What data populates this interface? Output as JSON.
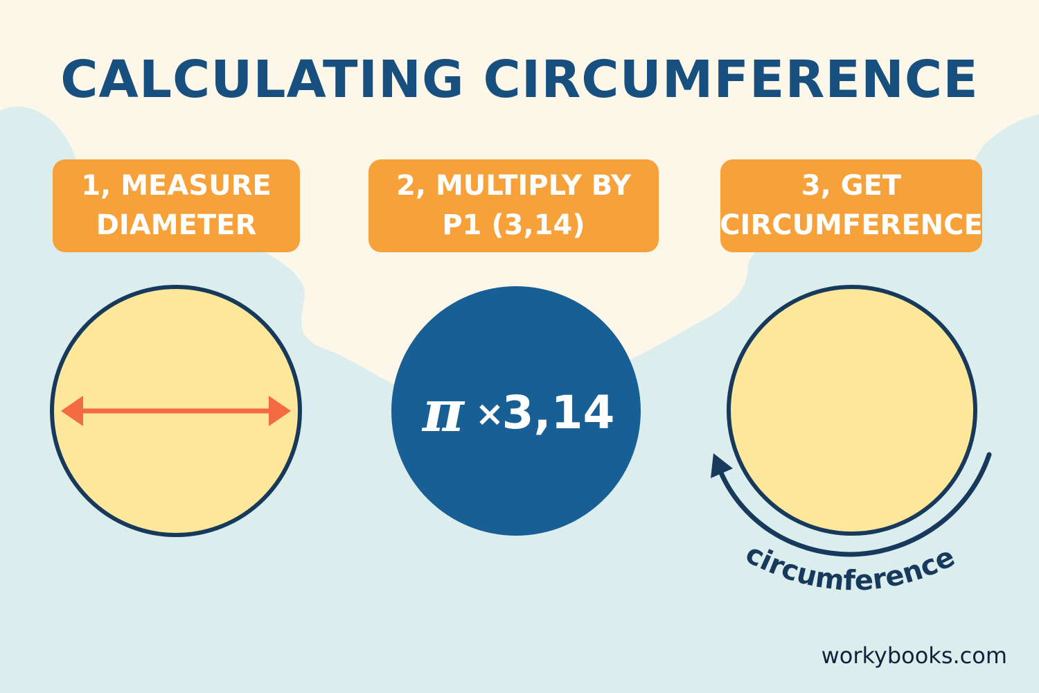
{
  "title": "CALCULATING CIRCUMFERENCE",
  "steps": [
    {
      "line1": "1, MEASURE",
      "line2": "DIAMETER"
    },
    {
      "line1": "2, MULTIPLY BY",
      "line2": "P1 (3,14)"
    },
    {
      "line1": "3, GET",
      "line2": "CIRCUMFERENCE"
    }
  ],
  "formula": {
    "pi": "π",
    "times": "×",
    "value": "3,14"
  },
  "circumference_label": "circumference",
  "footer": "workybooks.com",
  "icons": [
    "double-arrow-icon",
    "curved-arrow-icon"
  ],
  "colors": {
    "title": "#17507e",
    "step_box": "#f7a13b",
    "circle_fill": "#fde79a",
    "circle_stroke": "#173a5c",
    "pi_circle": "#175f94",
    "arrow": "#f46a43",
    "background": "#fdf7ea",
    "cloud": "#dcedee"
  }
}
